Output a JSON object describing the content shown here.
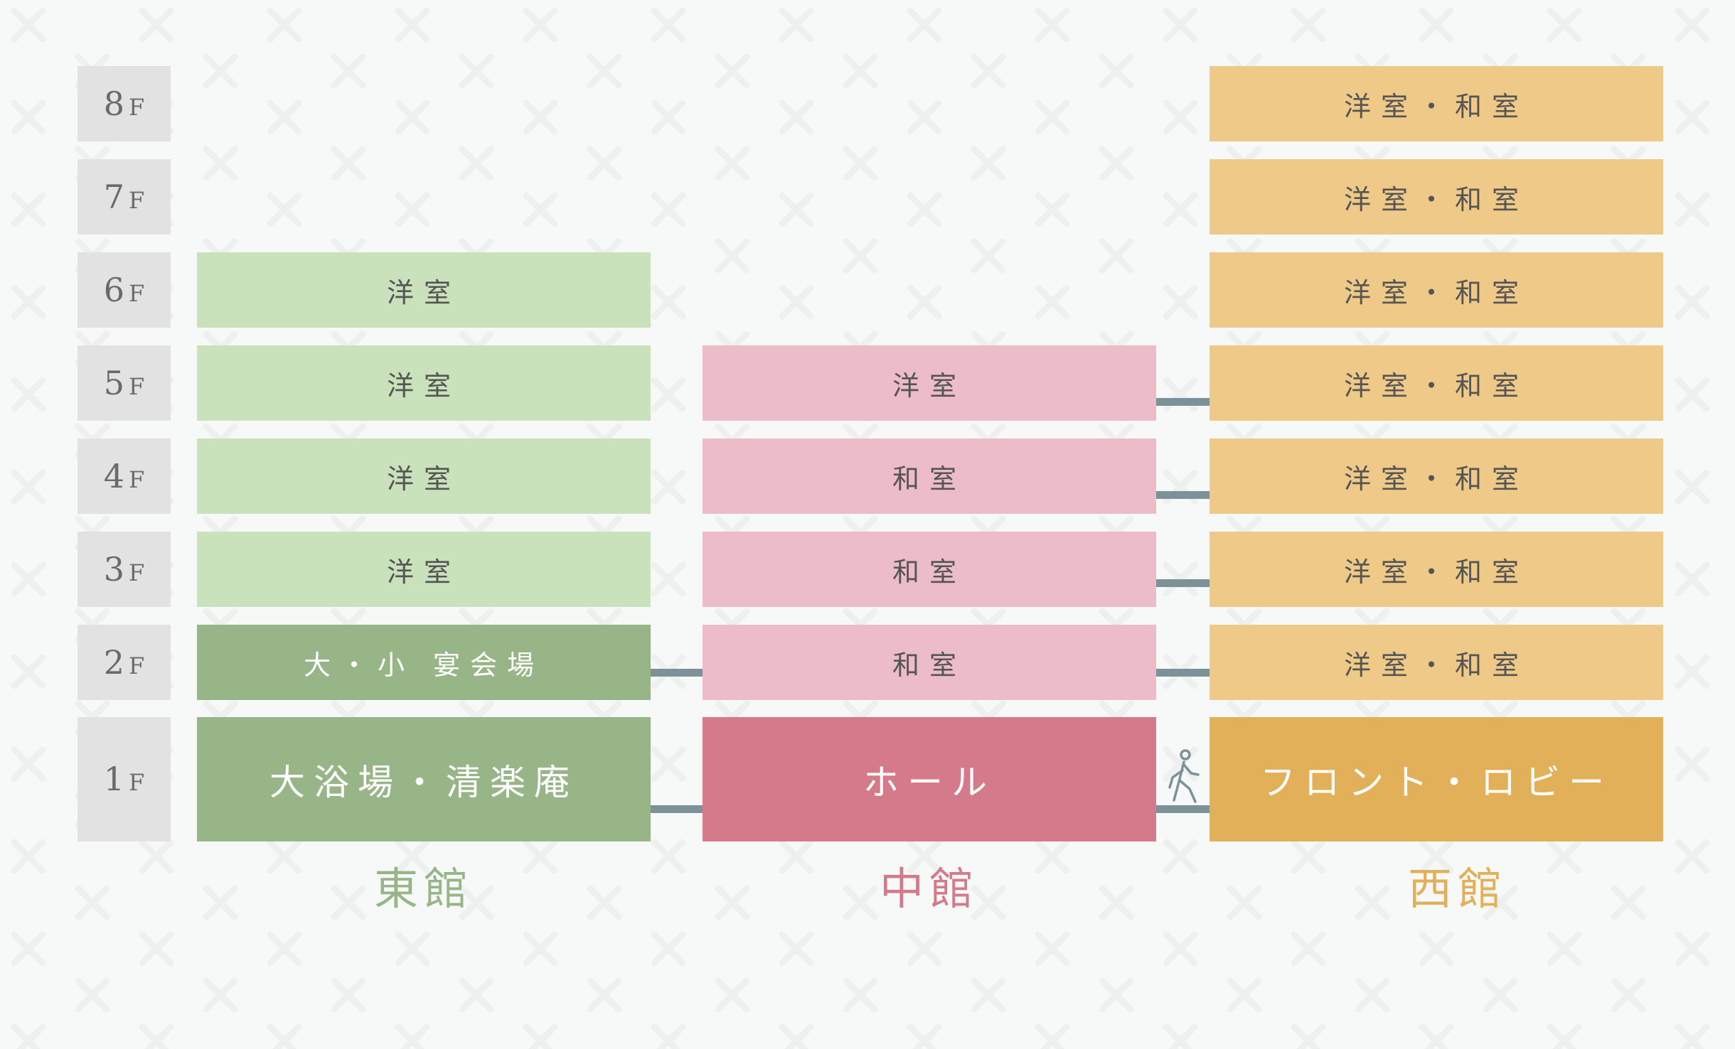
{
  "floors": [
    "8",
    "7",
    "6",
    "5",
    "4",
    "3",
    "2",
    "1"
  ],
  "floor_suffix": "F",
  "buildings": {
    "east": {
      "name": "東館",
      "color": "#98b587",
      "floors": {
        "6": "洋室",
        "5": "洋室",
        "4": "洋室",
        "3": "洋室",
        "2": "大・小 宴会場",
        "1": "大浴場・清楽庵"
      }
    },
    "middle": {
      "name": "中館",
      "color": "#d47a8a",
      "floors": {
        "5": "洋室",
        "4": "和室",
        "3": "和室",
        "2": "和室",
        "1": "ホール"
      }
    },
    "west": {
      "name": "西館",
      "color": "#e3b05a",
      "floors": {
        "8": "洋室・和室",
        "7": "洋室・和室",
        "6": "洋室・和室",
        "5": "洋室・和室",
        "4": "洋室・和室",
        "3": "洋室・和室",
        "2": "洋室・和室",
        "1": "フロント・ロビー"
      }
    }
  },
  "icons": {
    "walkway": "walking-person-icon"
  }
}
